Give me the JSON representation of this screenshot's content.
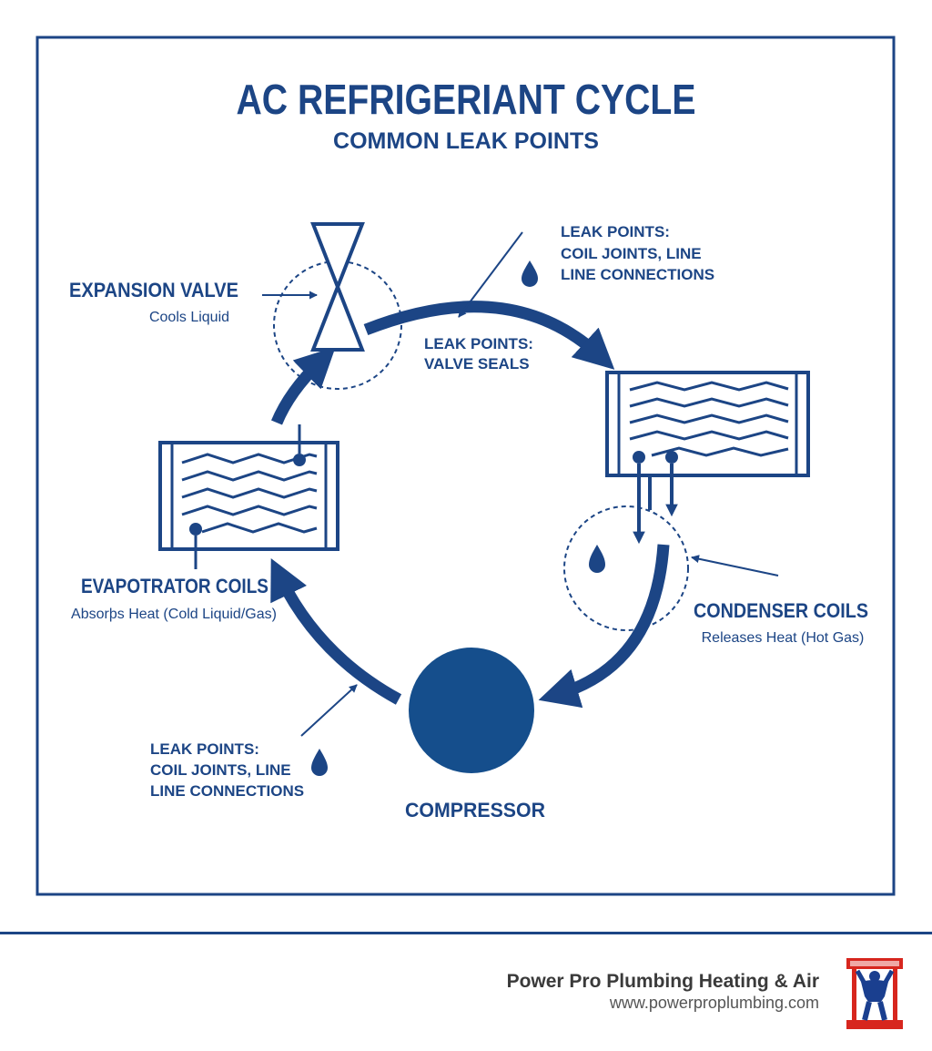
{
  "title": "AC REFRIGERIANT CYCLE",
  "subtitle": "COMMON LEAK POINTS",
  "components": {
    "expansion_valve": {
      "label": "EXPANSION VALVE",
      "caption": "Cools Liquid"
    },
    "evaporator": {
      "label": "EVAPOTRATOR COILS",
      "caption": "Absorþs Heat (Cold Liquid/Gas)"
    },
    "condenser": {
      "label": "CONDENSER COILS",
      "caption": "Releases Heat (Hot Gas)"
    },
    "compressor": {
      "label": "COMPRESSOR"
    }
  },
  "leak_notes": {
    "top_right": [
      "LEAK POINTS:",
      "COIL JOINTS, LINE",
      "LINE CONNECTIONS"
    ],
    "valve": [
      "LEAK POINTS:",
      "VALVE SEALS"
    ],
    "bottom_left": [
      "LEAK POINTS:",
      "COIL JOINTS, LINE",
      "LINE CONNECTIONS"
    ]
  },
  "footer": {
    "company": "Power Pro Plumbing Heating & Air",
    "url": "www.powerproplumbing.com"
  },
  "icons": [
    "water-drop-icon",
    "expansion-valve-icon",
    "coil-icon",
    "compressor-icon",
    "company-logo-icon"
  ],
  "colors": {
    "primary": "#1c4585",
    "compressor": "#154e8c",
    "text_dark": "#3a3a3a"
  }
}
